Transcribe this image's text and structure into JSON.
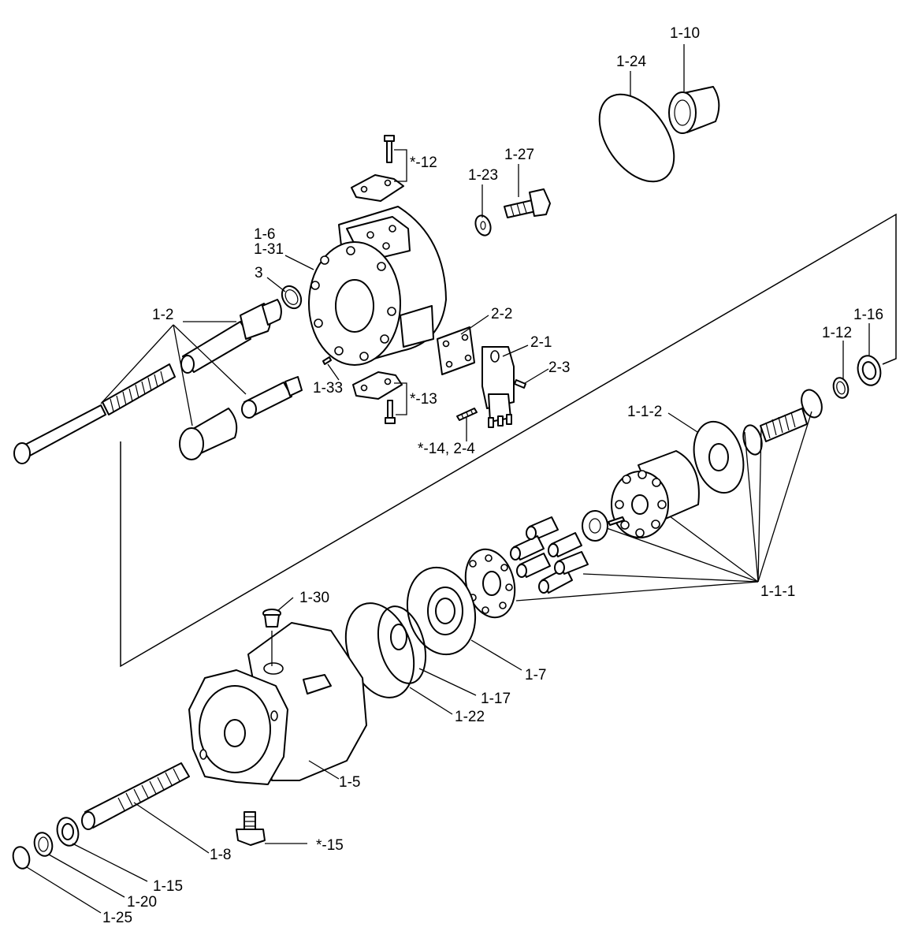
{
  "parts": [
    {
      "id": "label-1-10",
      "text": "1-10"
    },
    {
      "id": "label-1-24",
      "text": "1-24"
    },
    {
      "id": "label-star-12",
      "text": "*-12"
    },
    {
      "id": "label-1-27",
      "text": "1-27"
    },
    {
      "id": "label-1-23",
      "text": "1-23"
    },
    {
      "id": "label-1-6",
      "text": "1-6"
    },
    {
      "id": "label-1-31",
      "text": "1-31"
    },
    {
      "id": "label-3",
      "text": "3"
    },
    {
      "id": "label-1-2",
      "text": "1-2"
    },
    {
      "id": "label-2-2",
      "text": "2-2"
    },
    {
      "id": "label-2-1",
      "text": "2-1"
    },
    {
      "id": "label-2-3",
      "text": "2-3"
    },
    {
      "id": "label-1-33",
      "text": "1-33"
    },
    {
      "id": "label-star-13",
      "text": "*-13"
    },
    {
      "id": "label-star-14-2-4",
      "text": "*-14, 2-4"
    },
    {
      "id": "label-1-12",
      "text": "1-12"
    },
    {
      "id": "label-1-16",
      "text": "1-16"
    },
    {
      "id": "label-1-1-2",
      "text": "1-1-2"
    },
    {
      "id": "label-1-1-1",
      "text": "1-1-1"
    },
    {
      "id": "label-1-30",
      "text": "1-30"
    },
    {
      "id": "label-1-7",
      "text": "1-7"
    },
    {
      "id": "label-1-17",
      "text": "1-17"
    },
    {
      "id": "label-1-22",
      "text": "1-22"
    },
    {
      "id": "label-1-5",
      "text": "1-5"
    },
    {
      "id": "label-1-8",
      "text": "1-8"
    },
    {
      "id": "label-star-15",
      "text": "*-15"
    },
    {
      "id": "label-1-15",
      "text": "1-15"
    },
    {
      "id": "label-1-20",
      "text": "1-20"
    },
    {
      "id": "label-1-25",
      "text": "1-25"
    }
  ]
}
